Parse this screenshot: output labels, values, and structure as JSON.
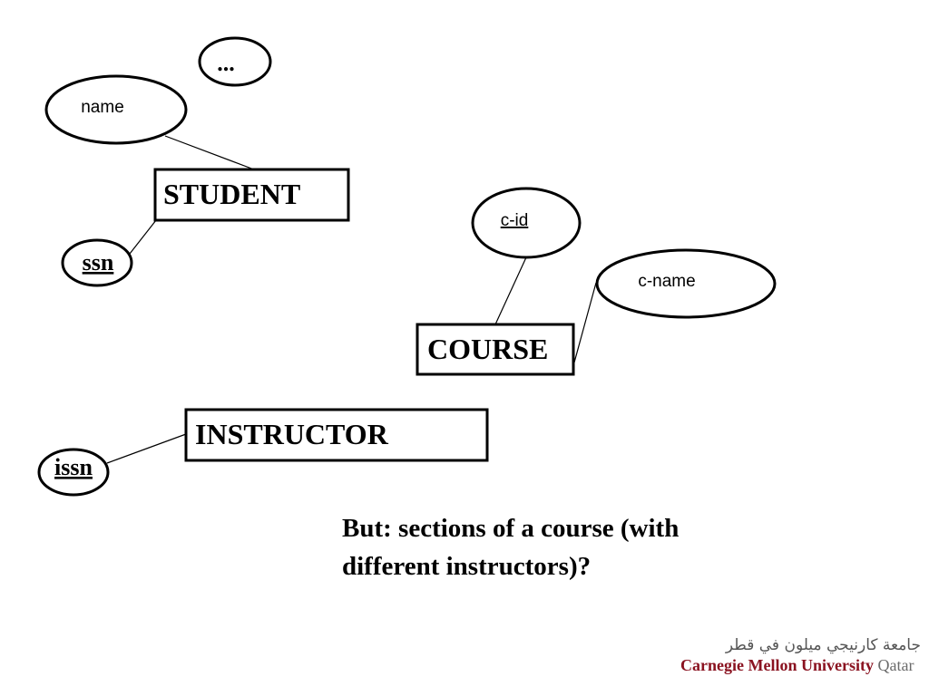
{
  "entities": {
    "student": "STUDENT",
    "course": "COURSE",
    "instructor": "INSTRUCTOR"
  },
  "attributes": {
    "ellipsis": "...",
    "name": "name",
    "ssn": "ssn",
    "cid": "c-id",
    "cname": "c-name",
    "issn": "issn"
  },
  "question": {
    "line1": "But: sections of  a course (with",
    "line2": "different instructors)?"
  },
  "logo": {
    "arabic": "جامعة كارنيجي ميلون في قطر",
    "brand": "Carnegie Mellon University",
    "place": "Qatar"
  }
}
